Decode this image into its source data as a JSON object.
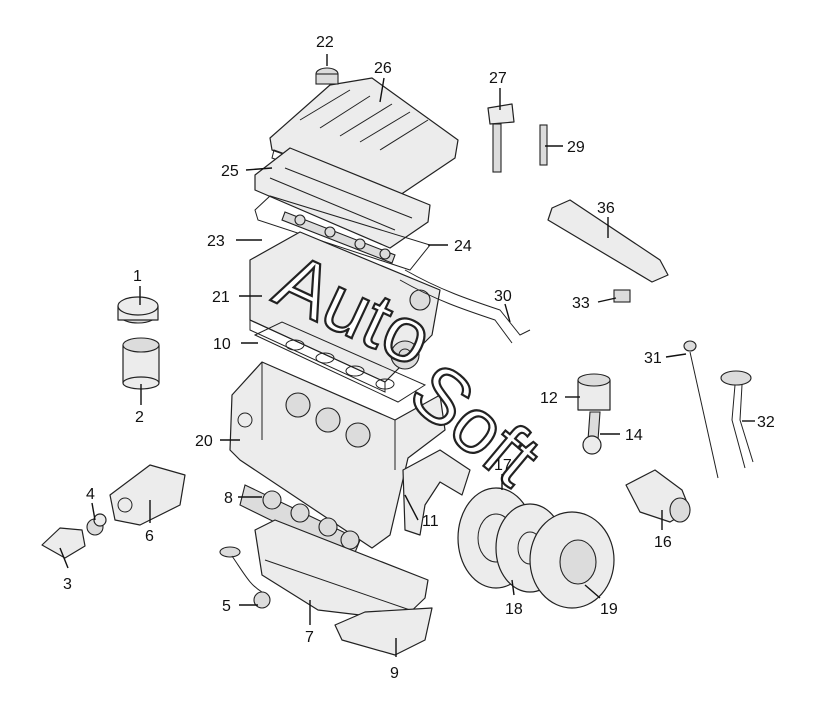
{
  "callouts": [
    {
      "id": "1",
      "text": "1"
    },
    {
      "id": "2",
      "text": "2"
    },
    {
      "id": "3",
      "text": "3"
    },
    {
      "id": "4",
      "text": "4"
    },
    {
      "id": "5",
      "text": "5"
    },
    {
      "id": "6",
      "text": "6"
    },
    {
      "id": "7",
      "text": "7"
    },
    {
      "id": "8",
      "text": "8"
    },
    {
      "id": "9",
      "text": "9"
    },
    {
      "id": "10",
      "text": "10"
    },
    {
      "id": "11",
      "text": "11"
    },
    {
      "id": "12",
      "text": "12"
    },
    {
      "id": "14",
      "text": "14"
    },
    {
      "id": "16",
      "text": "16"
    },
    {
      "id": "17",
      "text": "17"
    },
    {
      "id": "18",
      "text": "18"
    },
    {
      "id": "19",
      "text": "19"
    },
    {
      "id": "20",
      "text": "20"
    },
    {
      "id": "21",
      "text": "21"
    },
    {
      "id": "22",
      "text": "22"
    },
    {
      "id": "23",
      "text": "23"
    },
    {
      "id": "24",
      "text": "24"
    },
    {
      "id": "25",
      "text": "25"
    },
    {
      "id": "26",
      "text": "26"
    },
    {
      "id": "27",
      "text": "27"
    },
    {
      "id": "29",
      "text": "29"
    },
    {
      "id": "30",
      "text": "30"
    },
    {
      "id": "31",
      "text": "31"
    },
    {
      "id": "32",
      "text": "32"
    },
    {
      "id": "33",
      "text": "33"
    },
    {
      "id": "36",
      "text": "36"
    }
  ],
  "watermark": {
    "line1": "Auto",
    "line2": "Soft"
  },
  "colors": {
    "line": "#222222",
    "fill": "#ececec",
    "background": "#ffffff"
  }
}
